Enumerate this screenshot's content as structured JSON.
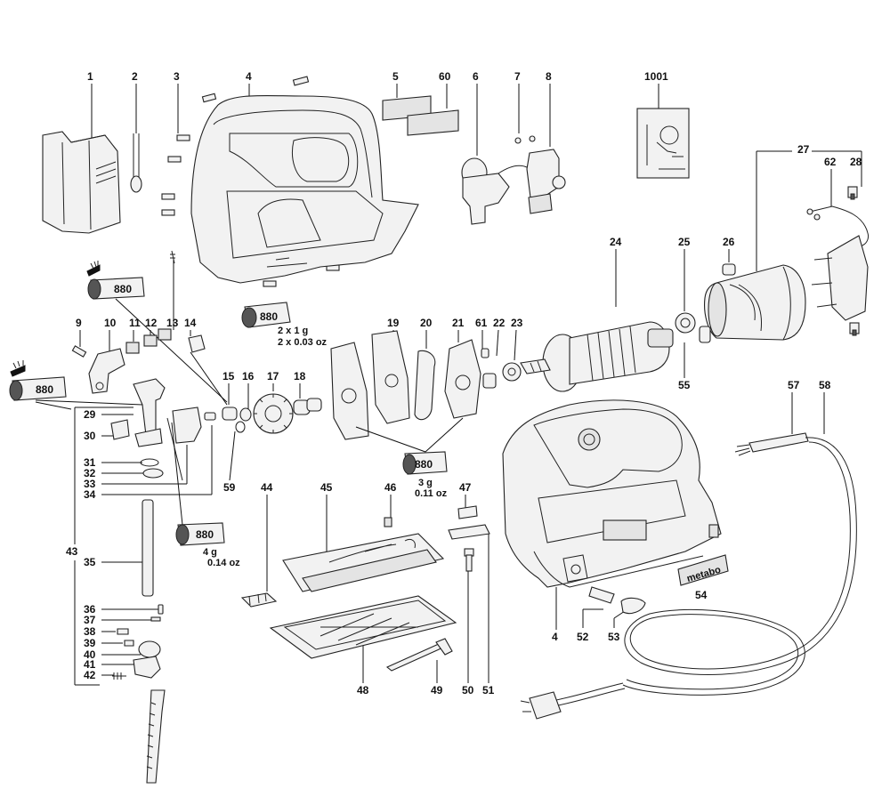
{
  "labels": {
    "l1": "1",
    "l2": "2",
    "l3": "3",
    "l4": "4",
    "l5": "5",
    "l60": "60",
    "l6": "6",
    "l7": "7",
    "l8": "8",
    "l1001": "1001",
    "l27": "27",
    "l62": "62",
    "l28": "28",
    "l24": "24",
    "l25": "25",
    "l26": "26",
    "l55": "55",
    "l9": "9",
    "l10": "10",
    "l11": "11",
    "l12": "12",
    "l13": "13",
    "l14": "14",
    "l19": "19",
    "l20": "20",
    "l21": "21",
    "l61": "61",
    "l22": "22",
    "l23": "23",
    "l15": "15",
    "l16": "16",
    "l17": "17",
    "l18": "18",
    "l29": "29",
    "l30": "30",
    "l31": "31",
    "l32": "32",
    "l33": "33",
    "l34": "34",
    "l59": "59",
    "l43": "43",
    "l35": "35",
    "l36": "36",
    "l37": "37",
    "l38": "38",
    "l39": "39",
    "l40": "40",
    "l41": "41",
    "l42": "42",
    "l44": "44",
    "l45": "45",
    "l46": "46",
    "l47": "47",
    "l48": "48",
    "l49": "49",
    "l50": "50",
    "l51": "51",
    "l57": "57",
    "l58": "58",
    "l4b": "4",
    "l52": "52",
    "l53": "53",
    "l54": "54"
  },
  "tubes": {
    "t1": "880",
    "t2": "880",
    "t3": "880",
    "t4": "880",
    "t5": "880"
  },
  "notes": {
    "gear_qty1": "2 x 1 g",
    "gear_qty2": "2 x 0.03 oz",
    "guide_qty1": "3 g",
    "guide_qty2": "0.11 oz",
    "rod_qty1": "4 g",
    "rod_qty2": "0.14 oz"
  },
  "badge": "metabo",
  "icons": [
    "tube-icon",
    "brush-icon",
    "screw-icon",
    "motor-icon",
    "plug-icon"
  ]
}
